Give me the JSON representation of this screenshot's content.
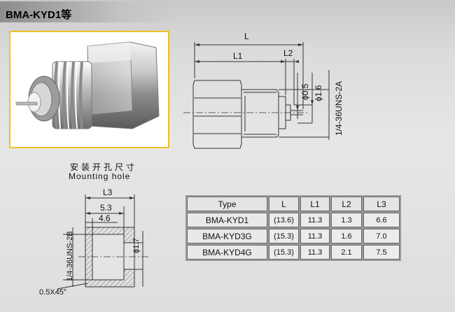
{
  "header": {
    "title": "BMA-KYD1等"
  },
  "drawing": {
    "dim_L": "L",
    "dim_L1": "L1",
    "dim_L2": "L2",
    "dim_phi05": "ϕ0.5",
    "dim_phi16": "ϕ1.6",
    "thread": "1/4-36UNS-2A"
  },
  "mounting": {
    "caption_cn": "安装开孔尺寸",
    "caption_en": "Mounting hole",
    "dim_L3": "L3",
    "dim_53": "5.3",
    "dim_46": "4.6",
    "thread": "1/4-36UNS-2B",
    "dim_phi17": "ϕ1.7",
    "chamfer": "0.5X45°"
  },
  "table": {
    "headers": [
      "Type",
      "L",
      "L1",
      "L2",
      "L3"
    ],
    "rows": [
      [
        "BMA-KYD1",
        "(13.6)",
        "11.3",
        "1.3",
        "6.6"
      ],
      [
        "BMA-KYD3G",
        "(15.3)",
        "11.3",
        "1.6",
        "7.0"
      ],
      [
        "BMA-KYD4G",
        "(15.3)",
        "11.3",
        "2.1",
        "7.5"
      ]
    ]
  },
  "colors": {
    "photo_border": "#f0c020",
    "title_bar": "#a8a8a8"
  }
}
